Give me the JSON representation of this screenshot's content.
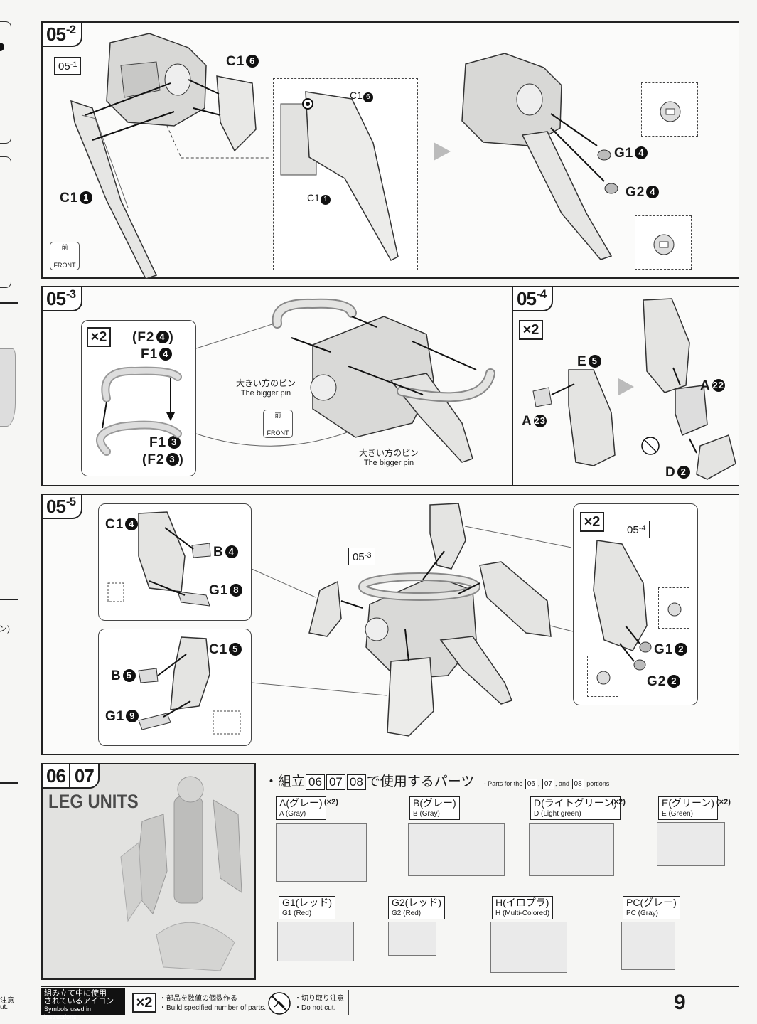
{
  "steps": {
    "s052": {
      "tag": "05",
      "sub": "-2"
    },
    "s053": {
      "tag": "05",
      "sub": "-3"
    },
    "s054": {
      "tag": "05",
      "sub": "-4"
    },
    "s055": {
      "tag": "05",
      "sub": "-5"
    },
    "s06": "06",
    "s07": "07"
  },
  "s052": {
    "ref": "05",
    "ref_sub": "-1",
    "c16": "C1",
    "c16_n": "6",
    "c11": "C1",
    "c11_n": "1",
    "detail_c16": "C1",
    "detail_c16_n": "6",
    "detail_c11": "C1",
    "detail_c11_n": "1",
    "g14": "G1",
    "g14_n": "4",
    "g24": "G2",
    "g24_n": "4",
    "front_jp": "前",
    "front_en": "FRONT"
  },
  "s053": {
    "mult": "×2",
    "f24": "(F2",
    "f24_n": "4",
    "f14": "F1",
    "f14_n": "4",
    "f13": "F1",
    "f13_n": "3",
    "f23": "(F2",
    "f23_n": "3",
    "pin1_jp": "大きい方のピン",
    "pin1_en": "The bigger pin",
    "pin2_jp": "大きい方のピン",
    "pin2_en": "The bigger pin",
    "front_jp": "前",
    "front_en": "FRONT"
  },
  "s054": {
    "mult": "×2",
    "e5": "E",
    "e5_n": "5",
    "a23": "A",
    "a23_n": "23",
    "a22": "A",
    "a22_n": "22",
    "d2": "D",
    "d2_n": "2"
  },
  "s055": {
    "c14": "C1",
    "c14_n": "4",
    "b4": "B",
    "b4_n": "4",
    "g18": "G1",
    "g18_n": "8",
    "c15": "C1",
    "c15_n": "5",
    "b5": "B",
    "b5_n": "5",
    "g19": "G1",
    "g19_n": "9",
    "ref053": "05",
    "ref053_sub": "-3",
    "mult": "×2",
    "ref054": "05",
    "ref054_sub": "-4",
    "g12": "G1",
    "g12_n": "2",
    "g22": "G2",
    "g22_n": "2"
  },
  "leg": {
    "title": "LEG UNITS"
  },
  "parts": {
    "heading_pre": "・組立",
    "h1": "06",
    "h2": "07",
    "h3": "08",
    "heading_post": "で使用するパーツ",
    "en_pre": "- Parts for the",
    "en_1": "06",
    "en_2": "07",
    "en_and": ", and",
    "en_3": "08",
    "en_post": "portions",
    "runners": [
      {
        "jp": "A(グレー)",
        "en": "A (Gray)",
        "mult": "(×2)"
      },
      {
        "jp": "B(グレー)",
        "en": "B (Gray)",
        "mult": ""
      },
      {
        "jp": "D(ライトグリーン)",
        "en": "D (Light green)",
        "mult": "(×2)"
      },
      {
        "jp": "E(グリーン)",
        "en": "E (Green)",
        "mult": "(×2)"
      },
      {
        "jp": "G1(レッド)",
        "en": "G1 (Red)",
        "mult": ""
      },
      {
        "jp": "G2(レッド)",
        "en": "G2 (Red)",
        "mult": ""
      },
      {
        "jp": "H(イロプラ)",
        "en": "H (Multi-Colored)",
        "mult": ""
      },
      {
        "jp": "PC(グレー)",
        "en": "PC (Gray)",
        "mult": ""
      }
    ]
  },
  "footer": {
    "icons_jp1": "組み立て中に使用",
    "icons_jp2": "されているアイコン",
    "icons_en": "Symbols used in instructions",
    "mult_icon": "×2",
    "mult_jp": "・部品を数値の個数作る",
    "mult_en": "・Build specified number of parts.",
    "cut_jp": "・切り取り注意",
    "cut_en": "・Do not cut."
  },
  "left_margin": {
    "paren": "ン)",
    "note1": "注意",
    "note2": "ut."
  },
  "page_number": "9"
}
